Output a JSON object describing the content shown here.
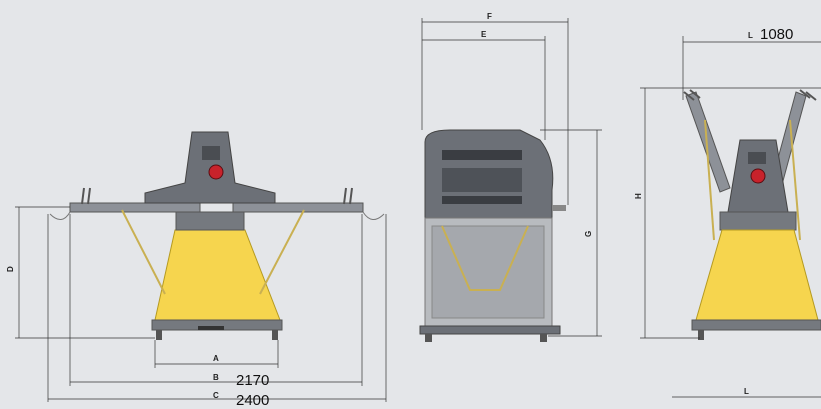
{
  "dimensions": {
    "a": "A",
    "b": "B",
    "c": "C",
    "d": "D",
    "e": "E",
    "f": "F",
    "g": "G",
    "h": "H",
    "l": "L"
  },
  "values": {
    "b_value": "2170",
    "c_value": "2400",
    "l_value": "1080"
  },
  "colors": {
    "background": "#e4e6e9",
    "machine_yellow": "#f6d54e",
    "machine_grey": "#6c7077",
    "dimension_line": "#333333"
  }
}
